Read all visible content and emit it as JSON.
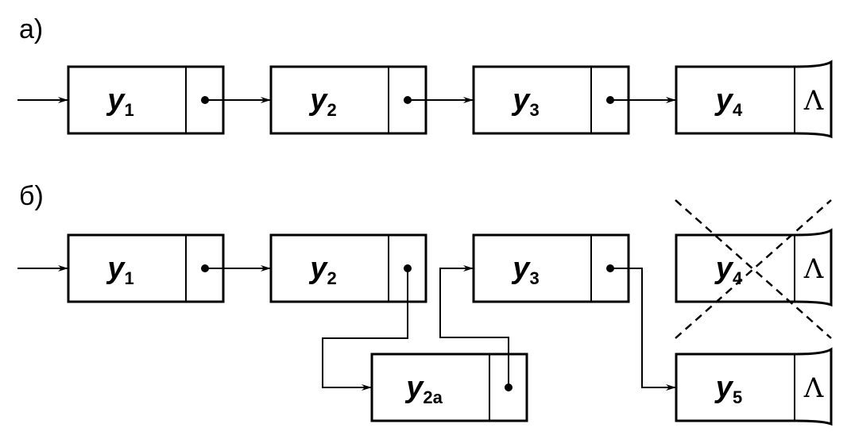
{
  "parts": [
    {
      "label": "а)",
      "nodes": [
        {
          "id": "a-y1",
          "letter": "y",
          "sub": "1",
          "nil": false
        },
        {
          "id": "a-y2",
          "letter": "y",
          "sub": "2",
          "nil": false
        },
        {
          "id": "a-y3",
          "letter": "y",
          "sub": "3",
          "nil": false
        },
        {
          "id": "a-y4",
          "letter": "y",
          "sub": "4",
          "nil": true,
          "nil_symbol": "Λ"
        }
      ]
    },
    {
      "label": "б)",
      "nodes": [
        {
          "id": "b-y1",
          "letter": "y",
          "sub": "1",
          "nil": false
        },
        {
          "id": "b-y2",
          "letter": "y",
          "sub": "2",
          "nil": false
        },
        {
          "id": "b-y3",
          "letter": "y",
          "sub": "3",
          "nil": false
        },
        {
          "id": "b-y4",
          "letter": "y",
          "sub": "4",
          "nil": true,
          "nil_symbol": "Λ",
          "deleted": true
        },
        {
          "id": "b-y2a",
          "letter": "y",
          "sub": "2a",
          "nil": false
        },
        {
          "id": "b-y5",
          "letter": "y",
          "sub": "5",
          "nil": true,
          "nil_symbol": "Λ"
        }
      ]
    }
  ]
}
